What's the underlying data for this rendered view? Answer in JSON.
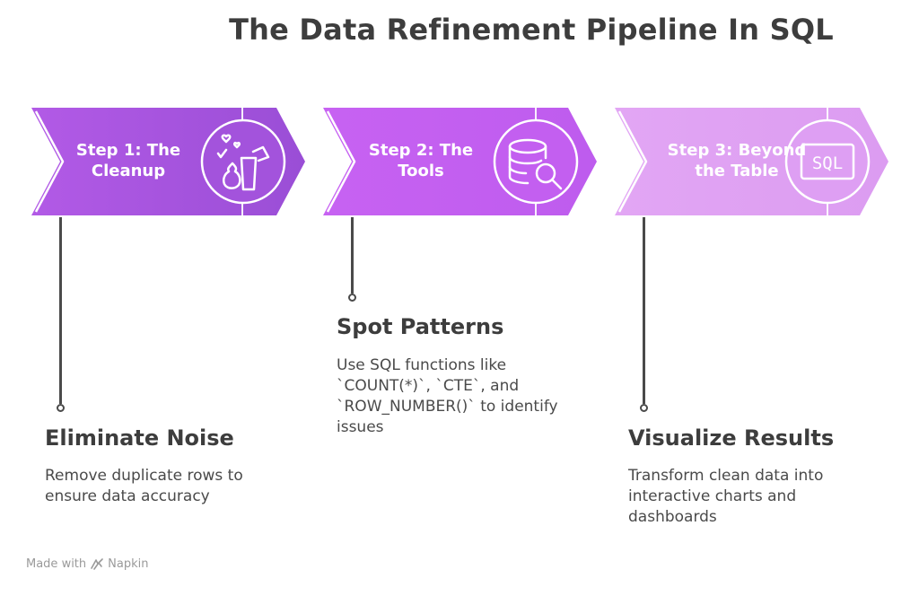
{
  "title": "The Data Refinement Pipeline In SQL",
  "colors": {
    "step1": "#a050d8",
    "step2": "#c25ff0",
    "step3": "#dfa0f2"
  },
  "steps": [
    {
      "label": "Step 1: The Cleanup",
      "icon": "cleanup-bag-icon",
      "heading": "Eliminate Noise",
      "description": "Remove duplicate rows to ensure data accuracy"
    },
    {
      "label": "Step 2: The Tools",
      "icon": "database-search-icon",
      "heading": "Spot Patterns",
      "description": "Use SQL functions like `COUNT(*)`, `CTE`, and `ROW_NUMBER()` to identify issues"
    },
    {
      "label": "Step 3: Beyond the Table",
      "icon": "sql-screen-icon",
      "icon_text": "SQL",
      "heading": "Visualize Results",
      "description": "Transform clean data into interactive charts and dashboards"
    }
  ],
  "footer": {
    "text": "Made with",
    "brand": "Napkin"
  }
}
